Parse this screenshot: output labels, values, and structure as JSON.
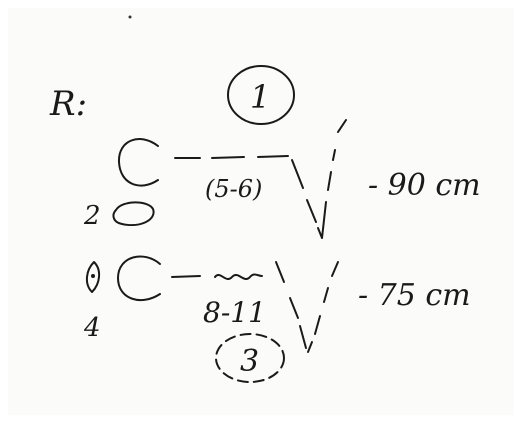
{
  "sheet": {
    "label_r": "R:",
    "circle_1": "1",
    "range_upper": "(5-6)",
    "measure_upper": "- 90 cm",
    "label_2": "2",
    "label_4": "4",
    "range_lower": "8-11",
    "measure_lower": "- 75 cm",
    "circle_3": "3",
    "ink_color": "#1a1a1a"
  }
}
